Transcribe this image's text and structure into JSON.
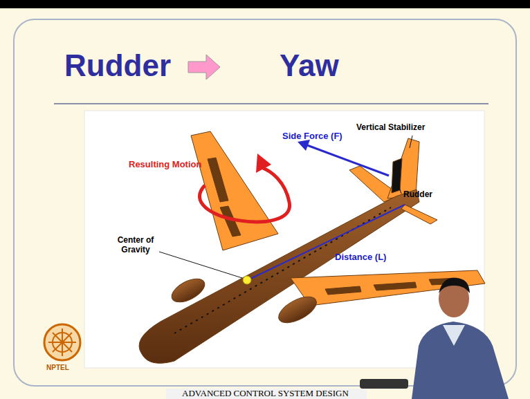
{
  "diagram": {
    "labels": [
      "Rudder",
      "Yaw",
      "Side Force (F)",
      "Vertical Stabilizer",
      "Resulting Motion",
      "Rudder",
      "Center of Gravity",
      "Distance (L)",
      "NPTEL",
      "ADVANCED CONTROL SYSTEM DESIGN"
    ]
  }
}
